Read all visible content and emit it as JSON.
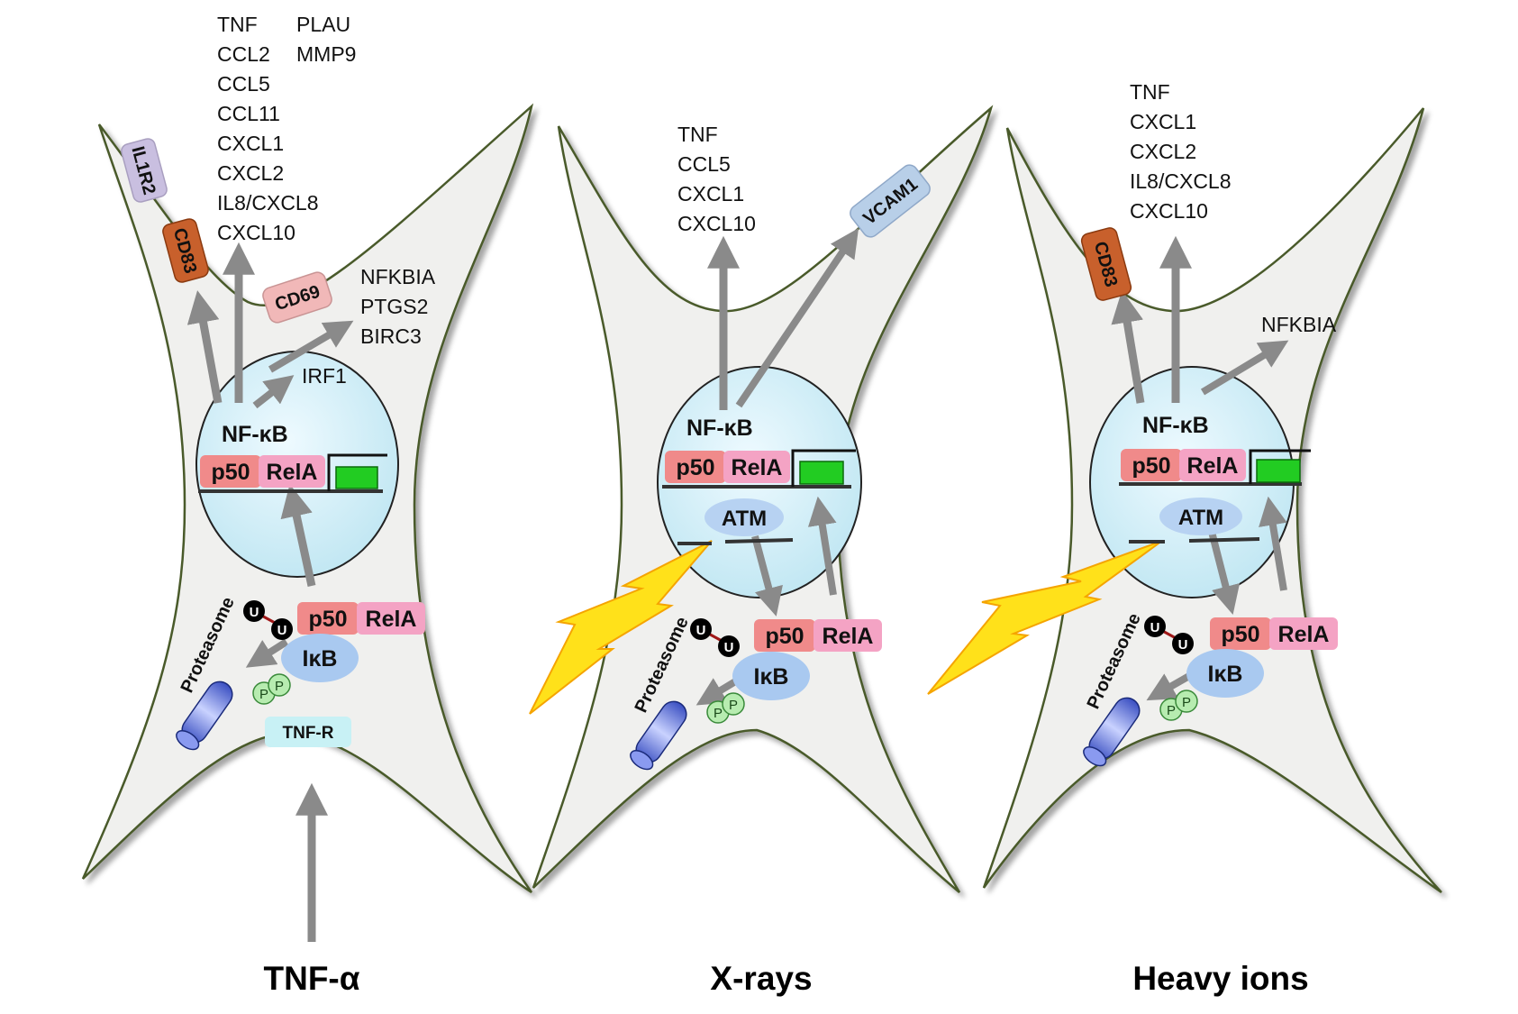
{
  "panels": [
    {
      "caption": "TNF-α",
      "genes_col1": [
        "TNF",
        "CCL2",
        "CCL5",
        "CCL11",
        "CXCL1",
        "CXCL2",
        "IL8/CXCL8",
        "CXCL10"
      ],
      "genes_col2": [
        "PLAU",
        "MMP9"
      ],
      "genes_side": [
        "NFKBIA",
        "PTGS2",
        "BIRC3"
      ],
      "irf": "IRF1",
      "markers": [
        "IL1R2",
        "CD83",
        "CD69"
      ],
      "receptor": "TNF-R",
      "nfkb": "NF-κB",
      "p50": "p50",
      "rela": "RelA",
      "ikb": "IκB",
      "ub": "U",
      "phos": "P",
      "proteasome": "Proteasome"
    },
    {
      "caption": "X-rays",
      "genes_top": [
        "TNF",
        "CCL5",
        "CXCL1",
        "CXCL10"
      ],
      "marker": "VCAM1",
      "nfkb": "NF-κB",
      "p50": "p50",
      "rela": "RelA",
      "atm": "ATM",
      "ikb": "IκB",
      "ub": "U",
      "phos": "P",
      "proteasome": "Proteasome"
    },
    {
      "caption": "Heavy ions",
      "genes_top": [
        "TNF",
        "CXCL1",
        "CXCL2",
        "IL8/CXCL8",
        "CXCL10"
      ],
      "genes_side": [
        "NFKBIA"
      ],
      "marker": "CD83",
      "nfkb": "NF-κB",
      "p50": "p50",
      "rela": "RelA",
      "atm": "ATM",
      "ikb": "IκB",
      "ub": "U",
      "phos": "P",
      "proteasome": "Proteasome"
    }
  ],
  "colors": {
    "cell_fill": "#f0f0ee",
    "cell_stroke": "#4a5a2a",
    "nucleus_fill": "#d9f1f8",
    "arrow": "#8a8a8a",
    "p50": "#f08a8a",
    "rela": "#f4a3c4",
    "ikb": "#a9c9f0",
    "atm": "#b7d2f2",
    "phos": "#b7ecb0",
    "gene_box": "#22cc22",
    "bolt": "#ffe11a",
    "cd83": "#c8602c",
    "il1r2": "#c9bfe0",
    "cd69": "#f1b8b8",
    "vcam1": "#b8cfe8",
    "tnfr": "#c8f1f5"
  }
}
